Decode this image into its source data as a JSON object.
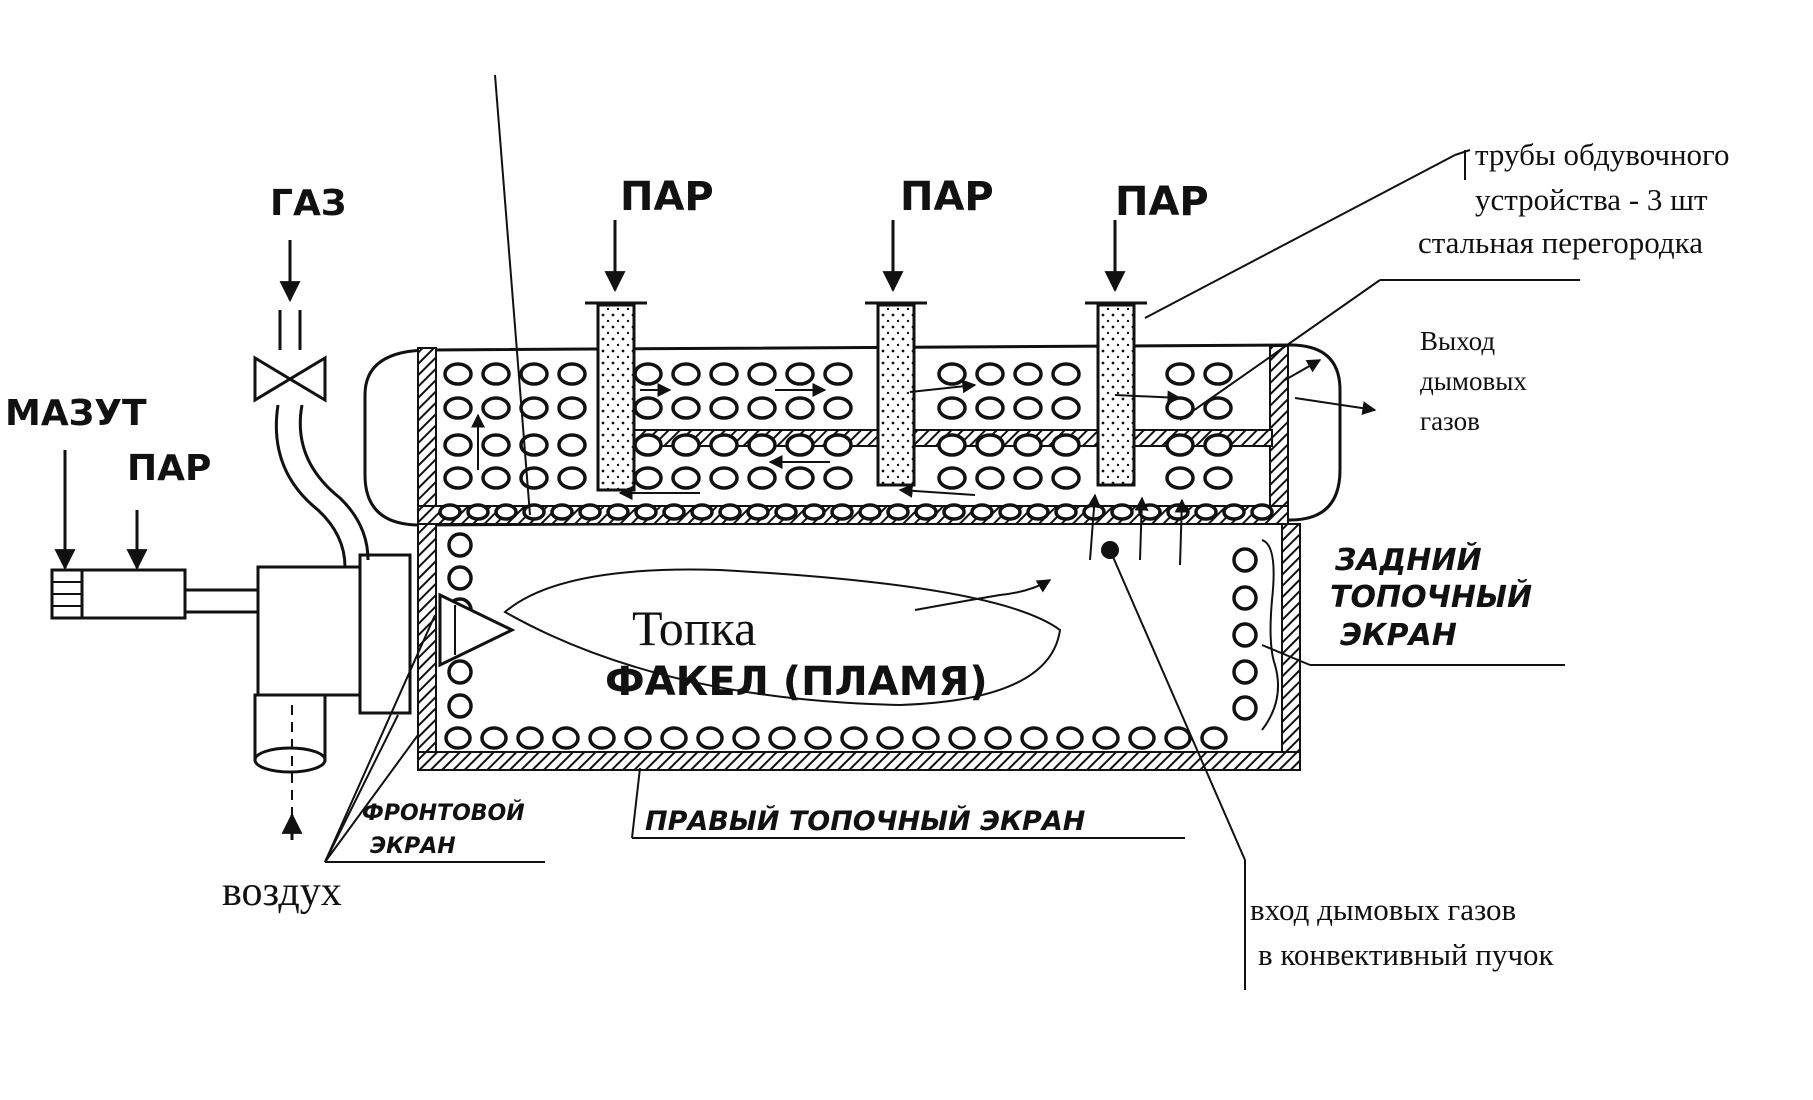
{
  "labels": {
    "gas": "ГАЗ",
    "mazut": "МАЗУТ",
    "steam_left": "ПАР",
    "steam_1": "ПАР",
    "steam_2": "ПАР",
    "steam_3": "ПАР",
    "blower_tubes_line1": "трубы обдувочного",
    "blower_tubes_line2": "устройства - 3 шт",
    "steel_partition": "стальная перегородка",
    "flue_exit_line1": "Выход",
    "flue_exit_line2": "дымовых",
    "flue_exit_line3": "газов",
    "rear_screen_line1": "ЗАДНИЙ",
    "rear_screen_line2": "ТОПОЧНЫЙ",
    "rear_screen_line3": "ЭКРАН",
    "furnace": "Топка",
    "flame": "ФАКЕЛ (ПЛАМЯ)",
    "front_screen_line1": "ФРОНТОВОЙ",
    "front_screen_line2": "ЭКРАН",
    "right_screen": "ПРАВЫЙ ТОПОЧНЫЙ ЭКРАН",
    "air": "воздух",
    "flue_inlet_line1": "вход дымовых газов",
    "flue_inlet_line2": "в конвективный пучок"
  },
  "colors": {
    "ink": "#111111",
    "paper": "#ffffff"
  }
}
